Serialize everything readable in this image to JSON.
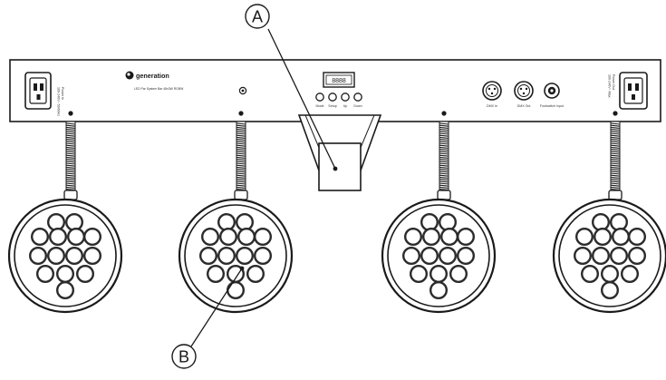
{
  "callouts": {
    "a": "A",
    "b": "B"
  },
  "bar": {
    "brand_name": "generation",
    "model_text": "LED Par System Bar 48x3W RGBW",
    "left_socket_label": "Power In\n100-240V~ 50/60Hz",
    "right_socket_label": "Power Out\n100-240V~ Max.",
    "display_value": "8888",
    "buttons": [
      "Mode",
      "Setup",
      "Up",
      "Down"
    ],
    "jacks": [
      "DMX In",
      "DMX Out",
      "Footswitch Input"
    ]
  },
  "colors": {
    "line": "#1a1a1a",
    "fill": "#ffffff",
    "lens_ring": "#2b2b2b"
  },
  "icons": [
    "power-inlet-icon",
    "power-outlet-icon",
    "xlr-in-icon",
    "xlr-out-icon",
    "footswitch-jack-icon"
  ]
}
